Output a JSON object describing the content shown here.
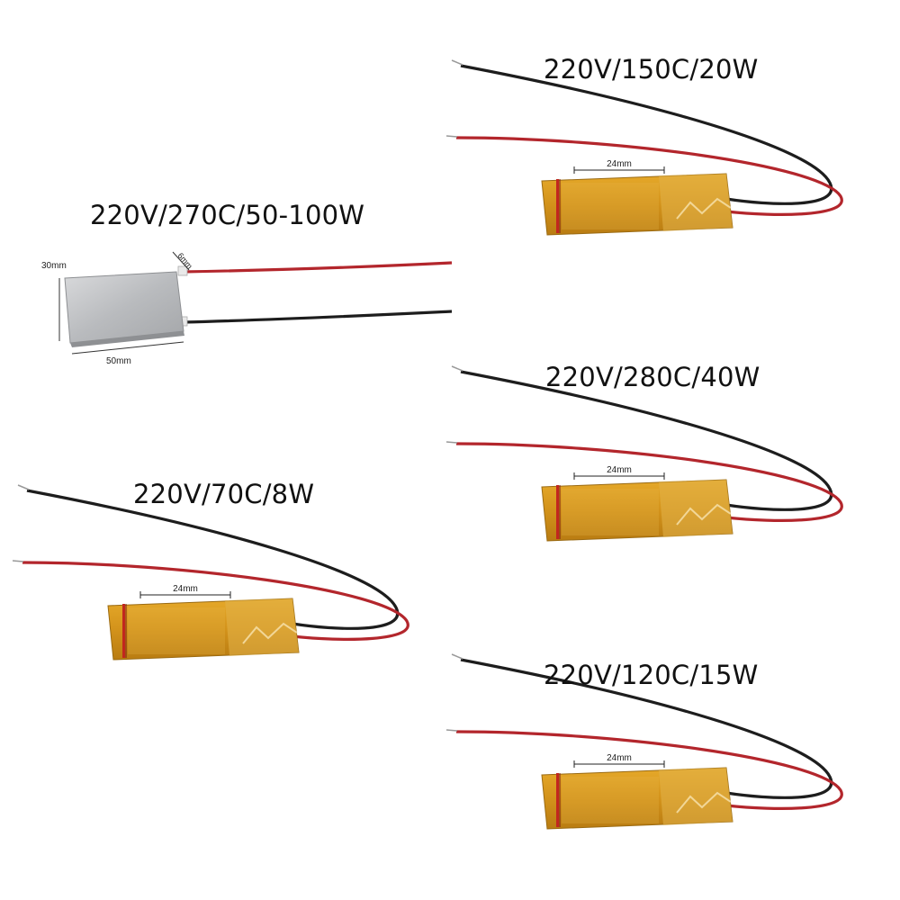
{
  "products": [
    {
      "label": "220V/150C/20W",
      "width_label": "24mm"
    },
    {
      "label": "220V/270C/50-100W",
      "width_label": "50mm",
      "height_label": "30mm",
      "thickness_label": "6mm"
    },
    {
      "label": "220V/280C/40W",
      "width_label": "24mm"
    },
    {
      "label": "220V/70C/8W",
      "width_label": "24mm"
    },
    {
      "label": "220V/120C/15W",
      "width_label": "24mm"
    }
  ],
  "colors": {
    "kapton": "#d79a1c",
    "kapton_dark": "#b77a10",
    "wire_red": "#b3262c",
    "wire_black": "#1d1d1d",
    "aluminum": "#c6c8cb"
  }
}
